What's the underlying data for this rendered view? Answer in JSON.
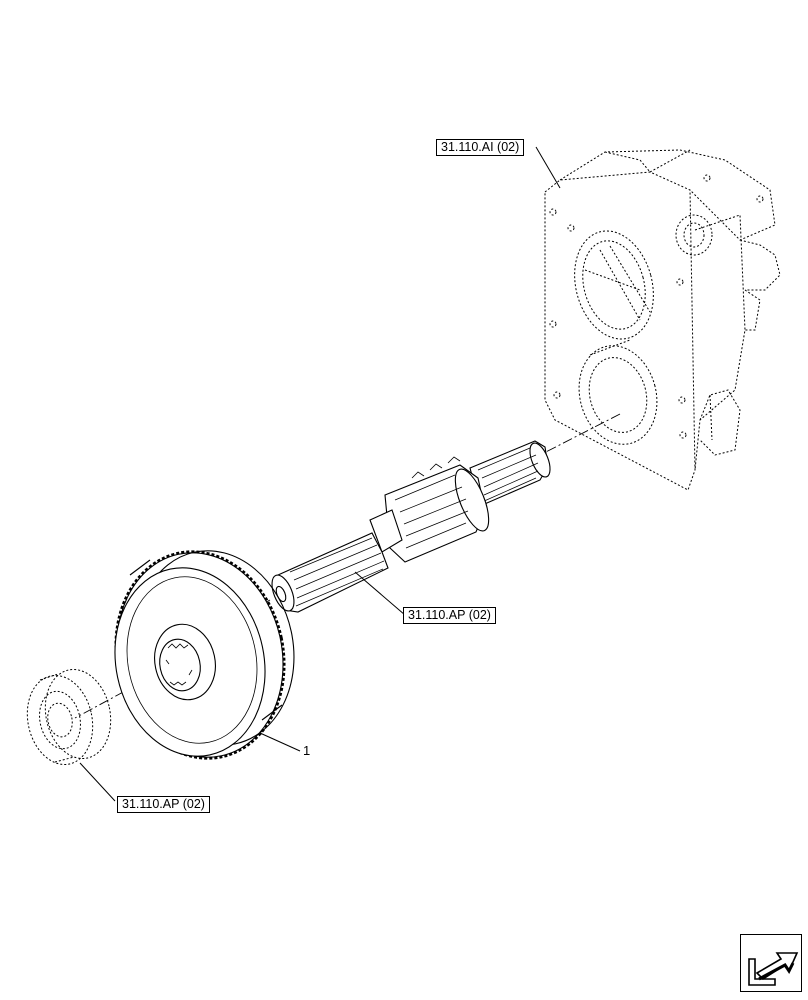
{
  "labels": {
    "housing_ref": "31.110.AI (02)",
    "shaft_ref": "31.110.AP (02)",
    "bearing_ref": "31.110.AP (02)",
    "gear_item": "1"
  },
  "nav": {
    "icon": "next-page-arrow-icon"
  },
  "colors": {
    "line": "#000000",
    "background": "#ffffff"
  }
}
